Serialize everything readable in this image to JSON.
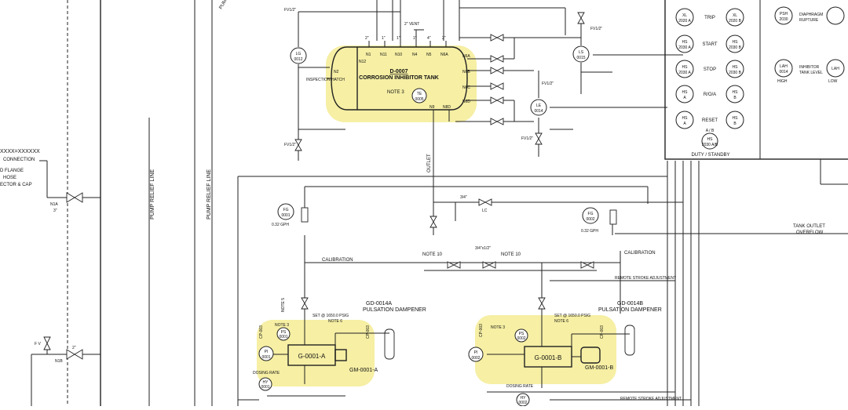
{
  "left_panel": {
    "connection_tag": "XXXX=XXXXXX",
    "connection_lines": [
      "CONNECTION",
      "D FLANGE",
      "HOSE",
      "ECTOR & CAP"
    ],
    "nozzle_left": "N1A",
    "nozzle_left_size": "3\"",
    "nozzle_bottom": "N1B",
    "size_2": "2\"",
    "fv": "F V",
    "pump_relief_line_1": "PUMP RELIEF LINE",
    "pump_relief_line_2": "PUMP RELIEF LINE",
    "pump_relief_line_3": "PUMP REL"
  },
  "tank": {
    "tag": "D-0007",
    "name": "CORROSION INHIBITOR TANK",
    "note3": "NOTE 3",
    "vent": "2\" VENT",
    "top_nozzles": [
      "N1",
      "N11",
      "N10",
      "N4",
      "N5",
      "N6A"
    ],
    "nozzle_sizes": [
      "2\"",
      "1\"",
      "1\"",
      "1\"",
      "4\"",
      "2\""
    ],
    "n12": "N12",
    "hatch": "INSPECTION HATCH",
    "n2": "N2",
    "nozzles_right": [
      "N6A",
      "N6B",
      "N6C",
      "N6D"
    ],
    "bottom_nozzles": [
      "N9",
      "N8D"
    ],
    "te": {
      "code": "TE",
      "num": "0005"
    }
  },
  "instruments": {
    "lg": {
      "code": "LG",
      "num": "0012"
    },
    "ls": {
      "code": "LS",
      "num": "0015"
    },
    "le": {
      "code": "LE",
      "num": "0014"
    },
    "fg1": {
      "code": "FG",
      "num": "0001"
    },
    "fg2": {
      "code": "FG",
      "num": "0002"
    },
    "pi_a": {
      "code": "PI",
      "num": "0001"
    },
    "pi_b": {
      "code": "PI",
      "num": "0002"
    },
    "ps_a": {
      "code": "PS",
      "num": "0001"
    },
    "ps_b": {
      "code": "PS",
      "num": "0002"
    },
    "hy_a": {
      "code": "HY",
      "num": "0001"
    },
    "hy_b": {
      "code": "HY",
      "num": "0002"
    }
  },
  "labels": {
    "outlet": "OUTLET",
    "gph_1": "0.32 GPH",
    "gph_2": "0.32 GPH",
    "calibration_1": "CALIBRATION",
    "calibration_2": "CALIBRATION",
    "note10": "NOTE 10",
    "note10b": "NOTE 10",
    "remote_stroke_1": "REMOTE STROKE ADJUSTMENT",
    "remote_stroke_2": "REMOTE STROKE ADJUSTMENT",
    "tank_outlet": "TANK OUTLET",
    "overflow": "OVERFLOW",
    "fv_12": "FV1/2\"",
    "fv_34": "3/4\"x1/2\"",
    "lc": "LC",
    "size_34": "3/4\""
  },
  "pump_a": {
    "pump": "G-0001-A",
    "motor": "GM-0001-A",
    "dampener_tag": "GD-0014A",
    "dampener": "PULSATION DAMPENER",
    "set": "SET @ 1650.0 PSIG",
    "note6": "NOTE 6",
    "note5": "NOTE 5",
    "note3": "NOTE 3",
    "cp": "CP-003",
    "dosing_rate": "DOSING RATE"
  },
  "pump_b": {
    "pump": "G-0001-B",
    "motor": "GM-0001-B",
    "dampener_tag": "GD-0014B",
    "dampener": "PULSATION DAMPENER",
    "set": "SET @ 1650.0 PSIG",
    "note6": "NOTE 6",
    "note3": "NOTE 3",
    "cp": "CP-003",
    "dosing_rate": "DOSING RATE"
  },
  "panel": {
    "rows": [
      {
        "label": "TRIP",
        "left": {
          "code": "XL",
          "num": "2020 A"
        },
        "right": {
          "code": "XL",
          "num": "2020 B"
        }
      },
      {
        "label": "START",
        "left": {
          "code": "HS",
          "num": "2030 A"
        },
        "right": {
          "code": "HS",
          "num": "2030 B"
        }
      },
      {
        "label": "STOP",
        "left": {
          "code": "HS",
          "num": "2030 A"
        },
        "right": {
          "code": "HS",
          "num": "2030 B"
        }
      },
      {
        "label": "R/O/A",
        "left": {
          "code": "HS",
          "num": "A"
        },
        "right": {
          "code": "HS",
          "num": "B"
        }
      },
      {
        "label": "RESET",
        "left": {
          "code": "HS",
          "num": "A"
        },
        "right": {
          "code": "HS",
          "num": "B"
        }
      }
    ],
    "ab": {
      "code": "HS",
      "num": "2030 A/B"
    },
    "ab_top": "A / B",
    "duty_standby": "DUTY    / STANDBY",
    "alarms": [
      {
        "code": "PSH",
        "num": "2030",
        "label1": "DIAPHRAGM",
        "label2": "RUPTURE"
      },
      {
        "code": "LAH",
        "num": "0014",
        "label1": "INHIBITOR",
        "label2": "TANK LEVEL"
      }
    ],
    "high": "HIGH",
    "low": "LOW",
    "far_right": "LAH"
  },
  "colors": {
    "highlight": "#f3ea86",
    "line": "#222222"
  }
}
